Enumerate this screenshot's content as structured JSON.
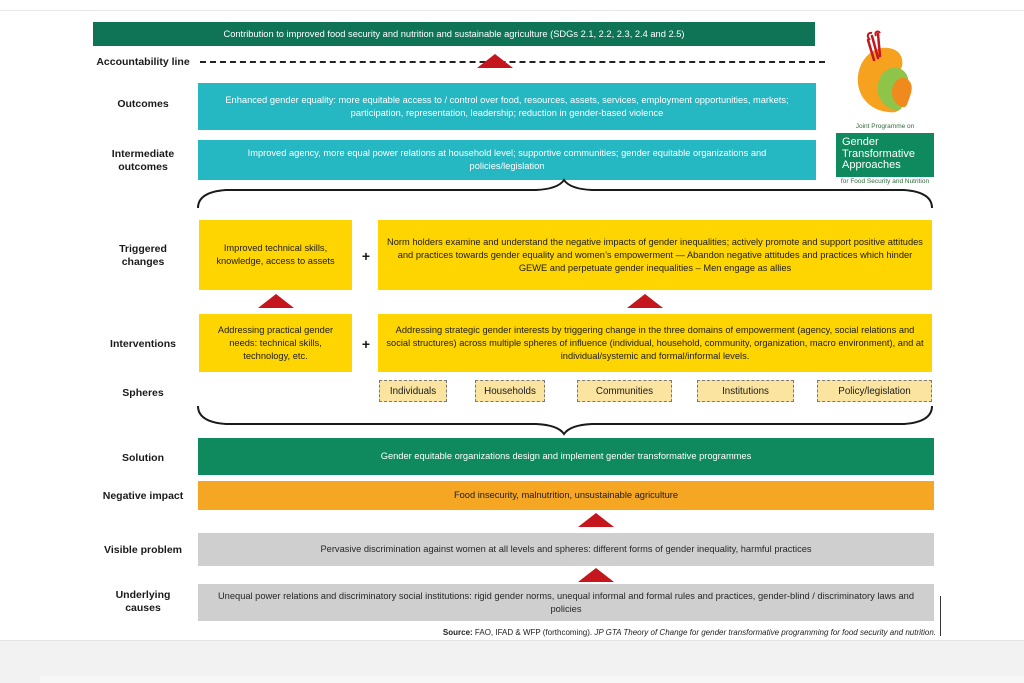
{
  "goal": "Contribution to improved food security and nutrition and sustainable agriculture (SDGs 2.1, 2.2, 2.3, 2.4 and 2.5)",
  "accountability_label": "Accountability line",
  "rows": {
    "outcomes": {
      "label": "Outcomes",
      "text": "Enhanced gender equality: more equitable access to / control over food, resources, assets, services, employment opportunities, markets; participation, representation, leadership; reduction in gender-based violence"
    },
    "intermediate": {
      "label": "Intermediate outcomes",
      "text": "Improved agency,  more equal power relations at household level; supportive communities; gender equitable organizations and policies/legislation"
    },
    "triggered": {
      "label": "Triggered changes",
      "left": "Improved technical skills, knowledge, access to assets",
      "plus": "+",
      "right": "Norm holders examine and understand the negative impacts of gender inequalities; actively promote and support positive attitudes and practices towards gender equality and women’s empowerment — Abandon negative attitudes and practices which hinder GEWE and perpetuate gender inequalities  – Men engage as allies"
    },
    "interventions": {
      "label": "Interventions",
      "left": "Addressing practical gender needs: technical skills, technology, etc.",
      "plus": "+",
      "right": "Addressing strategic gender interests by triggering change in the three domains of empowerment (agency, social relations and social structures) across multiple spheres of influence (individual, household, community, organization, macro environment), and at individual/systemic and formal/informal levels."
    },
    "spheres": {
      "label": "Spheres",
      "items": [
        "Individuals",
        "Households",
        "Communities",
        "Institutions",
        "Policy/legislation"
      ]
    },
    "solution": {
      "label": "Solution",
      "text": "Gender equitable organizations design and implement gender transformative programmes"
    },
    "negative": {
      "label": "Negative impact",
      "text": "Food insecurity, malnutrition, unsustainable agriculture"
    },
    "visible": {
      "label": "Visible problem",
      "text": "Pervasive discrimination against women at all levels and spheres: different forms of gender inequality, harmful practices"
    },
    "underlying": {
      "label": "Underlying causes",
      "text": "Unequal power relations and discriminatory social institutions: rigid gender norms, unequal informal and formal rules and practices, gender-blind / discriminatory laws and policies"
    }
  },
  "logo": {
    "top_small": "Joint Programme on",
    "title": "Gender Transformative Approaches",
    "bottom_small": "for Food Security and Nutrition"
  },
  "source": {
    "prefix": "Source:",
    "plain": " FAO, IFAD & WFP (forthcoming). ",
    "italic": "JP GTA Theory of Change for gender transformative programming for food security and nutrition."
  },
  "colors": {
    "goal": "#0f7456",
    "teal": "#25b7c2",
    "yellow": "#ffd500",
    "solution": "#0e8a5e",
    "negative": "#f5a623",
    "gray": "#cfcfcf",
    "arrow": "#c4161c"
  }
}
